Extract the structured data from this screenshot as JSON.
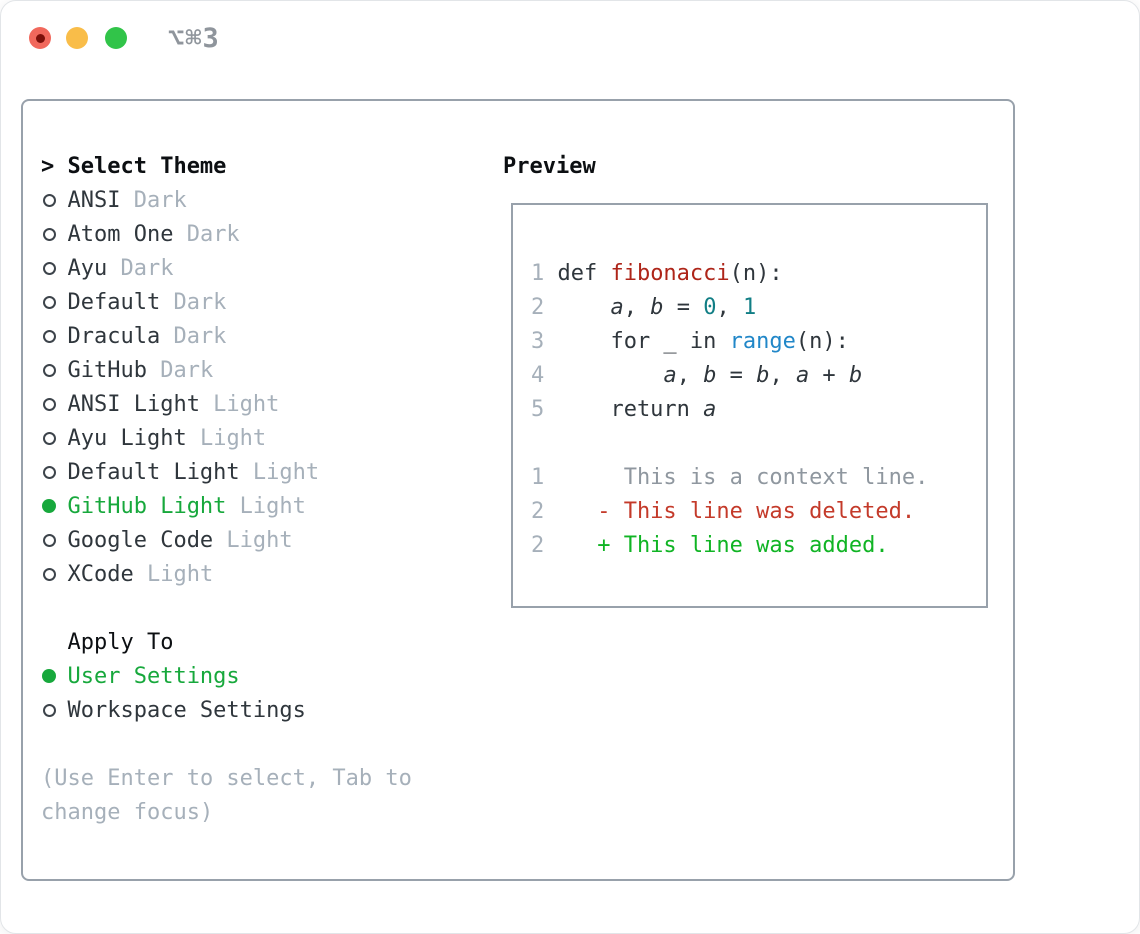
{
  "titlebar": {
    "shortcut_label": "⌥⌘3",
    "buttons": [
      "close",
      "minimize",
      "zoom"
    ]
  },
  "colors": {
    "accent_green": "#17a83c",
    "diff_added_green": "#10b424",
    "diff_deleted_red": "#c43a2a",
    "function_red": "#ae2519",
    "number_teal": "#117e85",
    "builtin_blue": "#2187c8",
    "muted_gray": "#a6b0ba",
    "border_gray": "#98a1ab",
    "text_dark": "#2f363c"
  },
  "theme_menu": {
    "prompt_marker": ">",
    "title": "Select Theme",
    "items": [
      {
        "name": "ANSI",
        "variant": "Dark",
        "selected": false
      },
      {
        "name": "Atom One",
        "variant": "Dark",
        "selected": false
      },
      {
        "name": "Ayu",
        "variant": "Dark",
        "selected": false
      },
      {
        "name": "Default",
        "variant": "Dark",
        "selected": false
      },
      {
        "name": "Dracula",
        "variant": "Dark",
        "selected": false
      },
      {
        "name": "GitHub",
        "variant": "Dark",
        "selected": false
      },
      {
        "name": "ANSI Light",
        "variant": "Light",
        "selected": false
      },
      {
        "name": "Ayu Light",
        "variant": "Light",
        "selected": false
      },
      {
        "name": "Default Light",
        "variant": "Light",
        "selected": false
      },
      {
        "name": "GitHub Light",
        "variant": "Light",
        "selected": true
      },
      {
        "name": "Google Code",
        "variant": "Light",
        "selected": false
      },
      {
        "name": "XCode",
        "variant": "Light",
        "selected": false
      }
    ]
  },
  "apply_to": {
    "title": "Apply To",
    "options": [
      {
        "label": "User Settings",
        "selected": true
      },
      {
        "label": "Workspace Settings",
        "selected": false
      }
    ]
  },
  "hint_lines": [
    "(Use Enter to select, Tab to",
    "change focus)"
  ],
  "preview": {
    "title": "Preview",
    "lines": [
      {
        "num": "1",
        "kind": "code",
        "tokens": [
          [
            "def ",
            "p"
          ],
          [
            "fibonacci",
            "fn"
          ],
          [
            "(n):",
            "p"
          ]
        ]
      },
      {
        "num": "2",
        "kind": "code",
        "tokens": [
          [
            "    ",
            "p"
          ],
          [
            "a",
            "v"
          ],
          [
            ", ",
            "p"
          ],
          [
            "b",
            "v"
          ],
          [
            " = ",
            "p"
          ],
          [
            "0",
            "nm"
          ],
          [
            ", ",
            "p"
          ],
          [
            "1",
            "nm"
          ]
        ]
      },
      {
        "num": "3",
        "kind": "code",
        "tokens": [
          [
            "    for _ in ",
            "p"
          ],
          [
            "range",
            "rg"
          ],
          [
            "(n):",
            "p"
          ]
        ]
      },
      {
        "num": "4",
        "kind": "code",
        "tokens": [
          [
            "        ",
            "p"
          ],
          [
            "a",
            "v"
          ],
          [
            ", ",
            "p"
          ],
          [
            "b",
            "v"
          ],
          [
            " = ",
            "p"
          ],
          [
            "b",
            "v"
          ],
          [
            ", ",
            "p"
          ],
          [
            "a",
            "v"
          ],
          [
            " + ",
            "p"
          ],
          [
            "b",
            "v"
          ]
        ]
      },
      {
        "num": "5",
        "kind": "code",
        "tokens": [
          [
            "    return ",
            "p"
          ],
          [
            "a",
            "v"
          ]
        ]
      },
      {
        "num": "",
        "kind": "blank",
        "tokens": []
      },
      {
        "num": "1",
        "kind": "diff-context",
        "tokens": [
          [
            "     This is a context line.",
            "ctx"
          ]
        ]
      },
      {
        "num": "2",
        "kind": "diff-deleted",
        "tokens": [
          [
            "   - This line was deleted.",
            "del"
          ]
        ]
      },
      {
        "num": "2",
        "kind": "diff-added",
        "tokens": [
          [
            "   + This line was added.",
            "add"
          ]
        ]
      }
    ]
  }
}
